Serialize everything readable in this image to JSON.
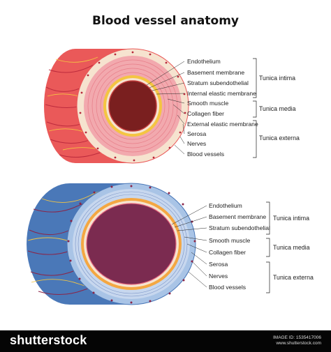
{
  "title": "Blood vessel anatomy",
  "colors": {
    "outer_red": "#ea5959",
    "outer_blue": "#4a78b8",
    "media_pink": "#f29aa0",
    "serosa_cream": "#f6e3cf",
    "elastic_yellow": "#f4c542",
    "lumen_red": "#7a1f1f",
    "lumen_plum": "#7b2b50",
    "nerve_yellow": "#f4c542"
  },
  "artery": {
    "labels": [
      "Endothelium",
      "Basement membrane",
      "Stratum subendothelial",
      "Internal elastic membrane",
      "Smooth muscle",
      "Collagen fiber",
      "External elastic membrane",
      "Serosa",
      "Nerves",
      "Blood vessels"
    ],
    "groups": [
      "Tunica intima",
      "Tunica media",
      "Tunica externa"
    ]
  },
  "vein": {
    "labels": [
      "Endothelium",
      "Basement membrane",
      "Stratum subendothelial",
      "Smooth muscle",
      "Collagen fiber",
      "Serosa",
      "Nerves",
      "Blood vessels"
    ],
    "groups": [
      "Tunica intima",
      "Tunica media",
      "Tunica externa"
    ]
  },
  "footer": {
    "brand": "shutterstock",
    "image_id": "IMAGE ID: 1535417006",
    "site": "www.shutterstock.com"
  }
}
